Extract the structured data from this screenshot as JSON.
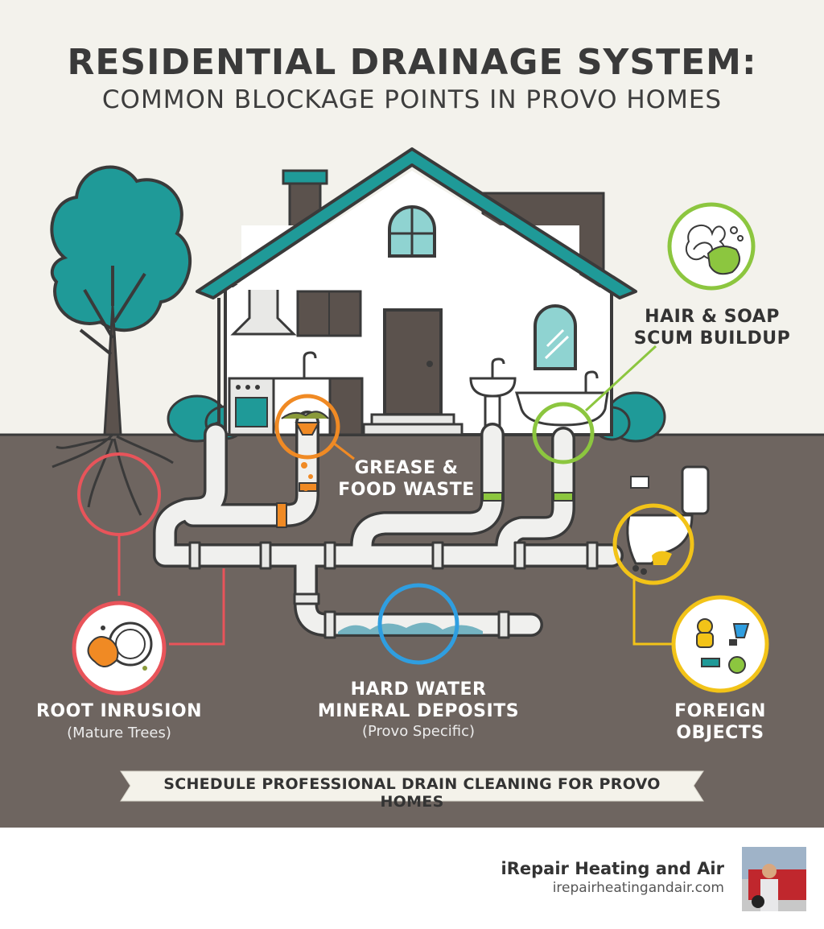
{
  "title": {
    "line1": "RESIDENTIAL DRAINAGE SYSTEM:",
    "line2": "COMMON BLOCKAGE POINTS IN PROVO HOMES"
  },
  "callouts": {
    "hair": {
      "line1": "HAIR & SOAP",
      "line2": "SCUM BUILDUP",
      "color": "#8cc63f"
    },
    "grease": {
      "line1": "GREASE &",
      "line2": "FOOD WASTE",
      "color": "#f08a24"
    },
    "root": {
      "line1": "ROOT INRUSION",
      "sub": "(Mature Trees)",
      "color": "#e8545a"
    },
    "hardwater": {
      "line1": "HARD WATER",
      "line2": "MINERAL DEPOSITS",
      "sub": "(Provo Specific)",
      "color": "#2f9ee0"
    },
    "foreign": {
      "line1": "FOREIGN",
      "line2": "OBJECTS",
      "color": "#f2c318"
    }
  },
  "banner": {
    "text": "SCHEDULE PROFESSIONAL DRAIN CLEANING FOR PROVO HOMES"
  },
  "footer": {
    "brand": "iRepair Heating and Air",
    "url": "irepairheatingandair.com"
  },
  "colors": {
    "sky": "#f3f2ec",
    "ground": "#6e6560",
    "teal": "#1f9a98",
    "pipe": "#f0f0ee",
    "outline": "#3a3a3a"
  }
}
